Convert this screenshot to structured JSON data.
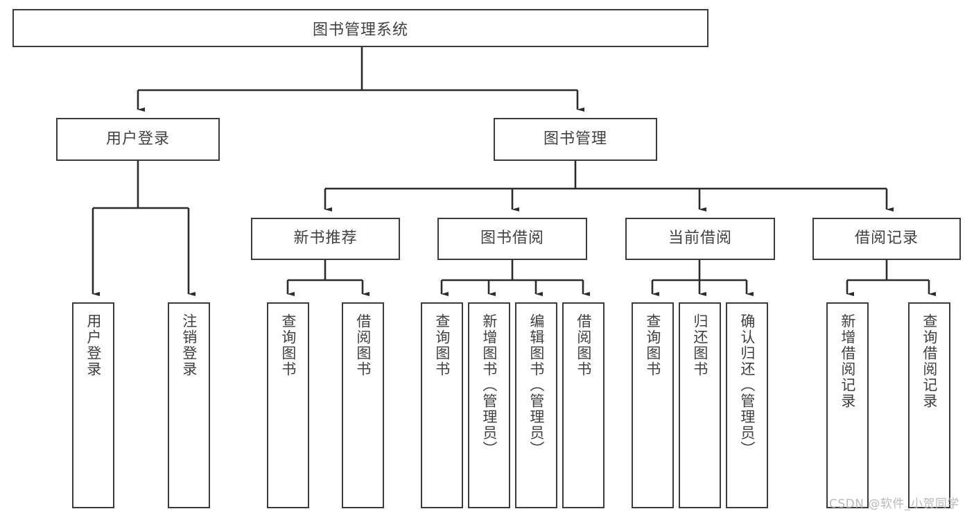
{
  "diagram": {
    "title": "图书管理系统",
    "type": "tree",
    "colors": {
      "background": "#ffffff",
      "box_border": "#3b3b3b",
      "box_fill": "#ffffff",
      "text": "#404040",
      "connector": "#2b2b2b",
      "watermark": "#b9b9b9"
    },
    "root": {
      "label": "图书管理系统"
    },
    "level2": [
      {
        "label": "用户登录"
      },
      {
        "label": "图书管理"
      }
    ],
    "level3": [
      {
        "label": "新书推荐"
      },
      {
        "label": "图书借阅"
      },
      {
        "label": "当前借阅"
      },
      {
        "label": "借阅记录"
      }
    ],
    "leaves": {
      "user_login": [
        {
          "label": "用户登录"
        },
        {
          "label": "注销登录"
        }
      ],
      "new_book_recommend": [
        {
          "label": "查询图书"
        },
        {
          "label": "借阅图书"
        }
      ],
      "book_borrow": [
        {
          "label": "查询图书"
        },
        {
          "label": "新增图书（管理员）"
        },
        {
          "label": "编辑图书（管理员）"
        },
        {
          "label": "借阅图书"
        }
      ],
      "current_borrow": [
        {
          "label": "查询图书"
        },
        {
          "label": "归还图书"
        },
        {
          "label": "确认归还（管理员）"
        }
      ],
      "borrow_record": [
        {
          "label": "新增借阅记录"
        },
        {
          "label": "查询借阅记录"
        }
      ]
    }
  },
  "watermark": {
    "text": "CSDN @软件_小贺同学"
  }
}
